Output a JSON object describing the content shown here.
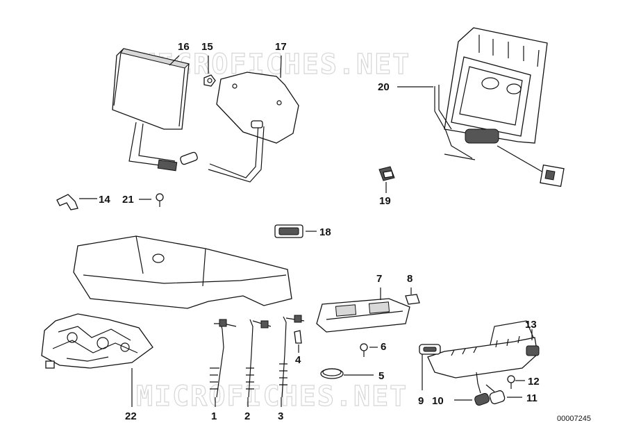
{
  "watermark": "MICROFICHES.NET",
  "doc_id": "00007245",
  "callouts": [
    "1",
    "2",
    "3",
    "4",
    "5",
    "6",
    "7",
    "8",
    "9",
    "10",
    "11",
    "12",
    "13",
    "14",
    "15",
    "16",
    "17",
    "18",
    "19",
    "20",
    "21",
    "22"
  ]
}
